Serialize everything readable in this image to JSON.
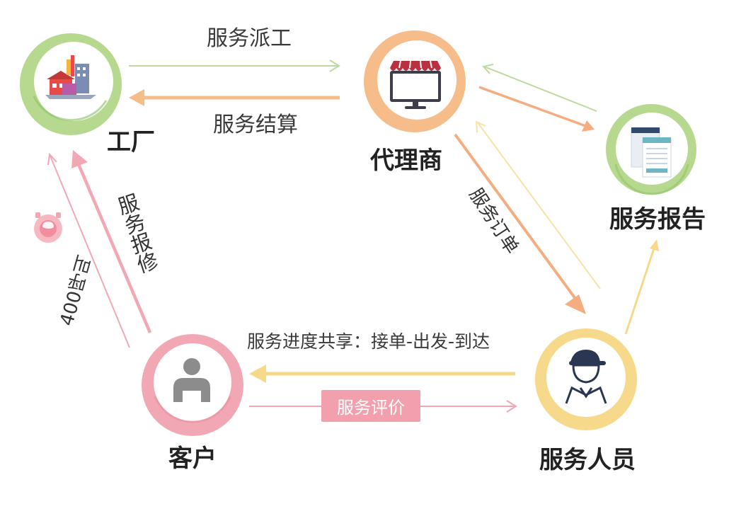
{
  "nodes": {
    "factory": {
      "label": "工厂",
      "ring": "#b6d98f",
      "inner": "#ffffff"
    },
    "agent": {
      "label": "代理商",
      "ring": "#f6bd8a",
      "inner": "#ffffff"
    },
    "report": {
      "label": "服务报告",
      "ring": "#b6d98f",
      "inner": "#ffffff"
    },
    "customer": {
      "label": "客户",
      "ring": "#f2a7b5",
      "inner": "#ffffff"
    },
    "staff": {
      "label": "服务人员",
      "ring": "#f6d98a",
      "inner": "#ffffff"
    }
  },
  "edges": {
    "dispatch": {
      "label": "服务派工",
      "color": "#bcd9a0"
    },
    "settlement": {
      "label": "服务结算",
      "color": "#f6bd8a"
    },
    "order": {
      "label": "服务订单",
      "color": "#f3ad80"
    },
    "repair": {
      "label": "服务报修",
      "color": "#f2a7b5"
    },
    "hotline": {
      "label": "400呼叫",
      "color": "#f2a7b5"
    },
    "progress": {
      "label": "服务进度共享：接单-出发-到达",
      "color": "#f6d98a"
    },
    "rating": {
      "label": "服务评价",
      "color": "#f2a7b5"
    }
  },
  "icons": [
    "factory-icon",
    "storefront-icon",
    "document-icon",
    "person-icon",
    "technician-icon",
    "phone-icon"
  ]
}
